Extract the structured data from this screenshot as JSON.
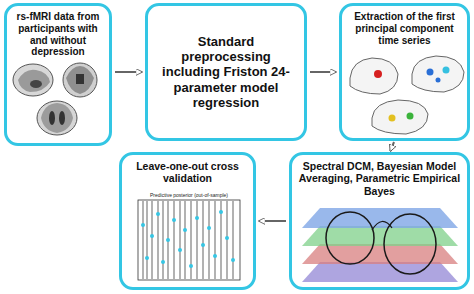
{
  "diagram": {
    "nodes": [
      {
        "text": [
          "rs-fMRI data from participants with and without depression"
        ]
      },
      {
        "text": [
          "Standard preprocessing including Friston 24-parameter model regression"
        ]
      },
      {
        "text": [
          "Extraction of the first principal component time series"
        ]
      },
      {
        "text": [
          "Spectral DCM, Bayesian Model Averaging, Parametric Empirical Bayes"
        ]
      },
      {
        "text": [
          "Leave-one-out cross validation"
        ]
      }
    ],
    "edges": [
      {
        "from": 0,
        "to": 1,
        "arrow": "to"
      },
      {
        "from": 1,
        "to": 2,
        "arrow": "to"
      },
      {
        "from": 2,
        "to": 3,
        "arrow": "to"
      },
      {
        "from": 3,
        "to": 4,
        "arrow": "to"
      }
    ],
    "labels": [
      "Predictive posterior (out-of-sample)"
    ]
  }
}
